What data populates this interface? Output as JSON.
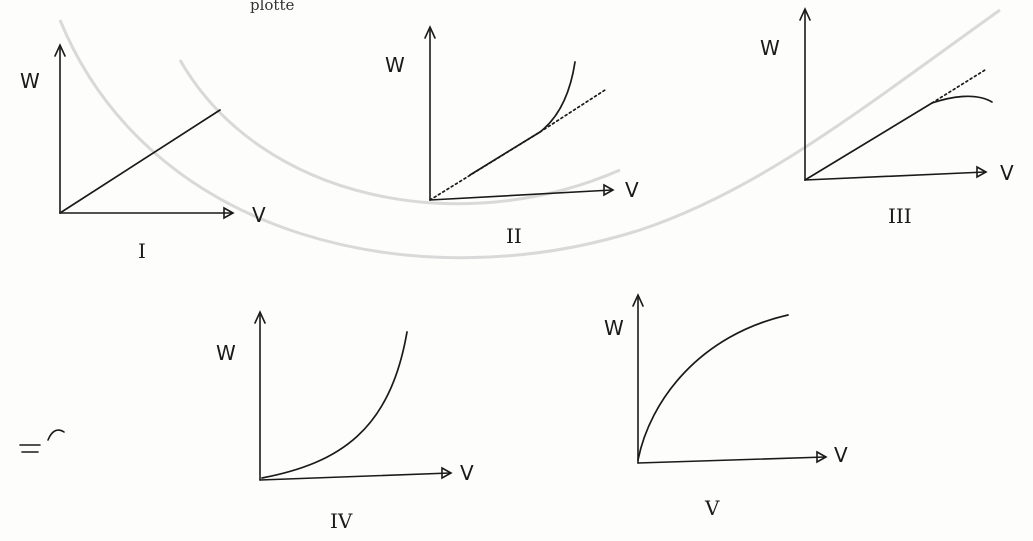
{
  "header_fragment": "plotte",
  "axis_labels": {
    "y": "W",
    "x": "V"
  },
  "graphs": [
    {
      "numeral": "I",
      "shape": "straight line through origin"
    },
    {
      "numeral": "II",
      "shape": "straight line, then curves upward above dotted extension"
    },
    {
      "numeral": "III",
      "shape": "straight line, then curves downward below dotted extension"
    },
    {
      "numeral": "IV",
      "shape": "curve concave up"
    },
    {
      "numeral": "V",
      "shape": "curve concave down"
    }
  ]
}
